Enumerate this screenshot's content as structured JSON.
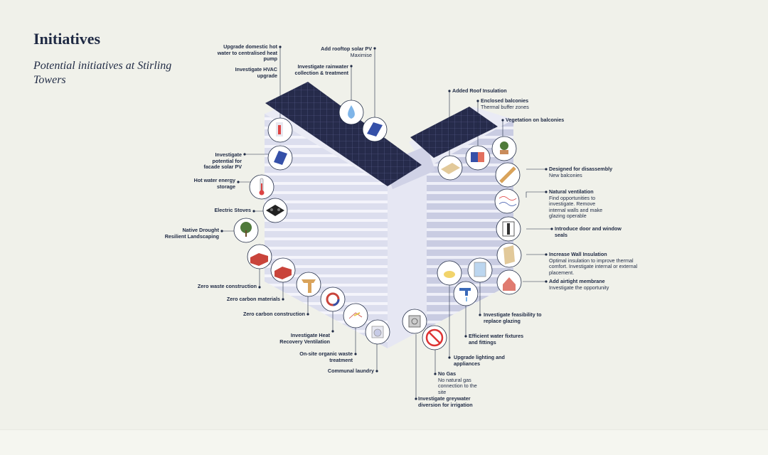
{
  "page": {
    "title": "Initiatives",
    "subtitle": "Potential initiatives at Stirling Towers"
  },
  "labels": {
    "heat_pump": {
      "title": "Upgrade domestic hot water to centralised heat pump"
    },
    "hvac": {
      "title": "Investigate HVAC upgrade"
    },
    "solar_roof": {
      "title": "Add rooftop solar PV",
      "sub": "Maximise"
    },
    "rainwater": {
      "title": "Investigate rainwater collection & treatment"
    },
    "facade_pv": {
      "title": "Investigate potential for facade solar PV"
    },
    "hot_water_storage": {
      "title": "Hot water energy storage"
    },
    "electric_stoves": {
      "title": "Electric Stoves"
    },
    "landscaping": {
      "title": "Native Drought Resilient Landscaping"
    },
    "zero_waste": {
      "title": "Zero waste construction"
    },
    "zero_carbon_materials": {
      "title": "Zero carbon materials"
    },
    "zero_carbon_construction": {
      "title": "Zero carbon construction"
    },
    "hrv": {
      "title": "Investigate Heat Recovery Ventilation"
    },
    "organic_waste": {
      "title": "On-site organic waste treatment"
    },
    "laundry": {
      "title": "Communal laundry"
    },
    "greywater": {
      "title": "Investigate greywater diversion for irrigation"
    },
    "no_gas": {
      "title": "No Gas",
      "sub": "No natural gas connection to the site"
    },
    "lighting": {
      "title": "Upgrade lighting and appliances"
    },
    "water_fixtures": {
      "title": "Efficient water fixtures and fittings"
    },
    "glazing": {
      "title": "Investigate feasibility to replace glazing"
    },
    "roof_insulation": {
      "title": "Added Roof Insulation"
    },
    "enclosed_balconies": {
      "title": "Enclosed balconies",
      "sub": "Thermal buffer zones"
    },
    "vegetation": {
      "title": "Vegetation on balconies"
    },
    "disassembly": {
      "title": "Designed for disassembly",
      "sub": "New balconies"
    },
    "natural_vent": {
      "title": "Natural ventilation",
      "sub": "Find opportunities to investigate. Remove internal walls and make glazing operable"
    },
    "door_seals": {
      "title": "Introduce door and window seals"
    },
    "wall_insulation": {
      "title": "Increase Wall Insulation",
      "sub": "Optimal insulation to improve thermal comfort. Investigate internal or external placement."
    },
    "airtight": {
      "title": "Add airtight membrane",
      "sub": "Investigate the opportunity"
    }
  },
  "icons": [
    "water-drop-icon",
    "solar-panel-icon",
    "heat-pump-icon",
    "facade-solar-icon",
    "thermometer-icon",
    "stove-icon",
    "tree-icon",
    "brick-icon",
    "brick-icon",
    "timber-beam-icon",
    "recycle-arrows-icon",
    "leaf-icon",
    "washing-machine-icon",
    "drain-icon",
    "no-gas-icon",
    "light-bulb-icon",
    "tap-icon",
    "window-icon",
    "insulation-board-icon",
    "balcony-screen-icon",
    "plant-icon",
    "timber-plank-icon",
    "airflow-icon",
    "door-seal-icon",
    "wall-panel-icon",
    "house-membrane-icon"
  ],
  "colors": {
    "background": "#f0f1ea",
    "text": "#1f2a44",
    "building": "#d7d9ea",
    "solar": "#252a4a"
  }
}
